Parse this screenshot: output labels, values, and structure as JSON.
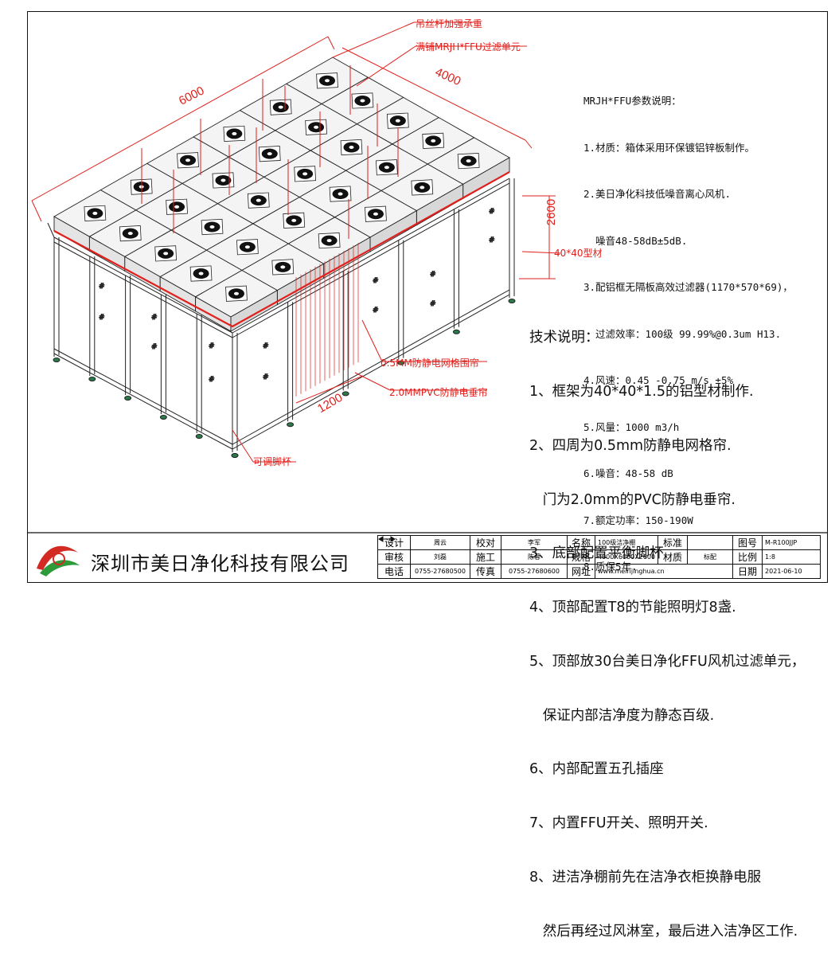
{
  "drawing": {
    "dimensions": {
      "length": "6000",
      "width": "4000",
      "height": "2600",
      "door_width": "1200"
    },
    "callouts": {
      "hanger": "吊丝杆加强承重",
      "ffu_full": "满铺MRJH*FFU过滤单元",
      "profile": "40*40型材",
      "mesh_curtain": "0.5MM防静电网格围帘",
      "pvc_curtain": "2.0MMPVC防静电垂帘",
      "feet": "可调脚杯"
    }
  },
  "params": {
    "title": "MRJH*FFU参数说明：",
    "lines": [
      "1.材质：箱体采用环保镀铝锌板制作。",
      "2.美日净化科技低噪音离心风机.",
      "  噪音48-58dB±5dB.",
      "3.配铝框无隔板高效过滤器(1170*570*69)，",
      "  过滤效率：100级 99.99%@0.3um H13.",
      "4.风速：0.45 -0.75 m/s ±5%",
      "5.风量：1000 m3/h",
      "6.噪音：48-58 dB",
      "7.额定功率：150-190W",
      "8.质保5年."
    ]
  },
  "tech": {
    "title": "技术说明：",
    "lines": [
      "1、框架为40*40*1.5的铝型材制作.",
      "2、四周为0.5mm防静电网格帘.",
      "   门为2.0mm的PVC防静电垂帘.",
      "3、底部配置平衡脚杯.",
      "4、顶部配置T8的节能照明灯8盏.",
      "5、顶部放30台美日净化FFU风机过滤单元，",
      "   保证内部洁净度为静态百级.",
      "6、内部配置五孔插座",
      "7、内置FFU开关、照明开关.",
      "8、进洁净棚前先在洁净衣柜换静电服",
      "   然后再经过风淋室，最后进入洁净区工作."
    ]
  },
  "titleblock": {
    "company": "深圳市美日净化科技有限公司",
    "rows": [
      [
        "设计",
        "周云",
        "校对",
        "李军",
        "名称",
        "100级洁净棚",
        "标准",
        "",
        "图号",
        "M-R100JJP"
      ],
      [
        "审核",
        "刘磊",
        "施工",
        "陈蓉",
        "规格",
        "4000X6000X2600",
        "材质",
        "标配",
        "比例",
        "1:8"
      ],
      [
        "电话",
        "0755-27680500",
        "传真",
        "0755-27680600",
        "网址",
        "www.meirijinghua.cn",
        "",
        "",
        "日期",
        "2021-06-10"
      ]
    ]
  },
  "colors": {
    "annotation": "#e0201c",
    "line": "#111111",
    "logo_red": "#d42a24",
    "logo_green": "#2e9a3a"
  }
}
